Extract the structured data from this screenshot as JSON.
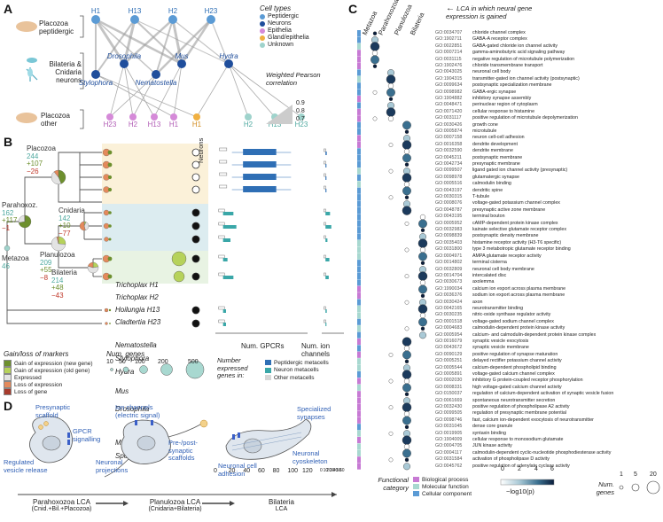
{
  "panels": {
    "a": "A",
    "b": "B",
    "c": "C",
    "d": "D"
  },
  "panelA": {
    "groups": {
      "peptidergic": "Placozoa peptidergic",
      "bil_cnid": "Bilateria & Cnidaria neurons",
      "other": "Placozoa other"
    },
    "top_nodes": [
      "H1",
      "H13",
      "H2",
      "H23"
    ],
    "mid_nodes": [
      "Drosophila",
      "Mus",
      "Hydra",
      "Stylophora",
      "Nematostella"
    ],
    "bottom_nodes": [
      "H23",
      "H2",
      "H13",
      "H1",
      "H1",
      "H2",
      "H13",
      "H23"
    ],
    "legend_title": "Cell types",
    "legend": [
      {
        "label": "Peptidergic",
        "color": "#5b9bd5"
      },
      {
        "label": "Neurons",
        "color": "#1f4e9c"
      },
      {
        "label": "Epithelia",
        "color": "#d58ad8"
      },
      {
        "label": "Gland/epithelia",
        "color": "#f0b042"
      },
      {
        "label": "Unknown",
        "color": "#9fd3cc"
      }
    ],
    "corr_title": "Weighted Pearson correlation",
    "corr_values": [
      "0.9",
      "0.8",
      "0.7"
    ]
  },
  "panelB": {
    "neurons_header": "Neurons",
    "nodes": [
      {
        "name": "Placozoa",
        "total": "244",
        "gain": "+107",
        "loss": "−26"
      },
      {
        "name": "Parahoxoz.",
        "total": "162",
        "gain": "+117",
        "loss": "−1"
      },
      {
        "name": "Cnidaria",
        "total": "142",
        "gain": "+10",
        "loss": "−77"
      },
      {
        "name": "Planulozoa",
        "total": "209",
        "gain": "+55",
        "loss": "−8"
      },
      {
        "name": "Bilateria",
        "total": "214",
        "gain": "+48",
        "loss": "−43"
      },
      {
        "name": "Metazoa",
        "total": "46",
        "gain": "",
        "loss": ""
      }
    ],
    "species": [
      "Trichoplax H1",
      "Trichoplax H2",
      "Hoilungia H13",
      "Cladtertia H23",
      "Nematostella",
      "Stylophora",
      "Hydra",
      "Mus",
      "Drosophila",
      "Mnemiopsis",
      "Spongilla"
    ],
    "gpcr_axis": [
      "0",
      "20",
      "40",
      "60",
      "80",
      "100",
      "120"
    ],
    "gpcr_label": "Num. GPCRs",
    "ion_axis": [
      "0",
      "10",
      "20",
      "30",
      "40",
      "50",
      "60"
    ],
    "ion_label": "Num. ion channels",
    "gain_legend_title": "Gain/loss of markers",
    "gain_legend": [
      {
        "label": "Gain of expression (new gene)",
        "color": "#6d8f2e"
      },
      {
        "label": "Gain of expression (old gene)",
        "color": "#b6d25a"
      },
      {
        "label": "Expressed",
        "color": "#e3e3e3"
      },
      {
        "label": "Loss of expression",
        "color": "#e48a5c"
      },
      {
        "label": "Loss of gene",
        "color": "#a83b2c"
      }
    ],
    "numgenes_title": "Num. genes",
    "numgenes_values": [
      "10",
      "50",
      "100",
      "200",
      "500"
    ],
    "expr_title": "Number expressed genes in:",
    "expr_legend": [
      {
        "label": "Peptidergic metacells",
        "color": "#2f6fb5"
      },
      {
        "label": "Neuron metacells",
        "color": "#3aa7a8"
      },
      {
        "label": "Other metacells",
        "color": "#d6d6d6"
      }
    ]
  },
  "panelC": {
    "columns": [
      "Metazoa",
      "Parahoxozoa",
      "Planulozoa",
      "Bilateria"
    ],
    "lca_note": "LCA in which neural gene expression is gained",
    "functional_title": "Functional category",
    "categories": [
      {
        "label": "Biological process",
        "color": "#c77ad4"
      },
      {
        "label": "Molecular function",
        "color": "#a8d8d0"
      },
      {
        "label": "Cellular component",
        "color": "#5b9bd5"
      }
    ],
    "scale_label": "−log10(p)",
    "scale_ticks": [
      "0",
      "2",
      "4",
      "6"
    ],
    "numgenes_title": "Num. genes",
    "numgenes_ticks": [
      "1",
      "5",
      "20"
    ],
    "terms": [
      {
        "id": "GO:0034707",
        "name": "chloride channel complex"
      },
      {
        "id": "GO:1902711",
        "name": "GABA-A receptor complex"
      },
      {
        "id": "GO:0022851",
        "name": "GABA-gated chloride ion channel activity"
      },
      {
        "id": "GO:0007214",
        "name": "gamma-aminobutyric acid signaling pathway"
      },
      {
        "id": "GO:0031115",
        "name": "negative regulation of microtubule polymerization"
      },
      {
        "id": "GO:1902476",
        "name": "chloride transmembrane transport"
      },
      {
        "id": "GO:0043025",
        "name": "neuronal cell body"
      },
      {
        "id": "GO:1904315",
        "name": "transmitter-gated ion channel activity (postsynaptic)"
      },
      {
        "id": "GO:0099634",
        "name": "postsynaptic specialization membrane"
      },
      {
        "id": "GO:0098982",
        "name": "GABA-ergic synapse"
      },
      {
        "id": "GO:1904882",
        "name": "inhibitory synapse assembly"
      },
      {
        "id": "GO:0048471",
        "name": "perinuclear region of cytoplasm"
      },
      {
        "id": "GO:0071420",
        "name": "cellular response to histamine"
      },
      {
        "id": "GO:0031117",
        "name": "positive regulation of microtubule depolymerization"
      },
      {
        "id": "GO:0030426",
        "name": "growth cone"
      },
      {
        "id": "GO:0005874",
        "name": "microtubule"
      },
      {
        "id": "GO:0007158",
        "name": "neuron cell-cell adhesion"
      },
      {
        "id": "GO:0016358",
        "name": "dendrite development"
      },
      {
        "id": "GO:0032590",
        "name": "dendrite membrane"
      },
      {
        "id": "GO:0045211",
        "name": "postsynaptic membrane"
      },
      {
        "id": "GO:0042734",
        "name": "presynaptic membrane"
      },
      {
        "id": "GO:0099507",
        "name": "ligand gated ion channel activity (presynaptic)"
      },
      {
        "id": "GO:0098978",
        "name": "glutamatergic synapse"
      },
      {
        "id": "GO:0005516",
        "name": "calmodulin binding"
      },
      {
        "id": "GO:0043197",
        "name": "dendritic spine"
      },
      {
        "id": "GO:0030315",
        "name": "T-tubule"
      },
      {
        "id": "GO:0008076",
        "name": "voltage-gated potassium channel complex"
      },
      {
        "id": "GO:0048787",
        "name": "presynaptic active zone membrane"
      },
      {
        "id": "GO:0043195",
        "name": "terminal bouton"
      },
      {
        "id": "GO:0005952",
        "name": "cAMP-dependent protein kinase complex"
      },
      {
        "id": "GO:0032983",
        "name": "kainate selective glutamate receptor complex"
      },
      {
        "id": "GO:0098839",
        "name": "postsynaptic density membrane"
      },
      {
        "id": "GO:0035403",
        "name": "histamine receptor activity (H3-T6 specific)"
      },
      {
        "id": "GO:0031800",
        "name": "type 3 metabotropic glutamate receptor binding"
      },
      {
        "id": "GO:0004971",
        "name": "AMPA glutamate receptor activity"
      },
      {
        "id": "GO:0014802",
        "name": "terminal cisterna"
      },
      {
        "id": "GO:0032809",
        "name": "neuronal cell body membrane"
      },
      {
        "id": "GO:0014704",
        "name": "intercalated disc"
      },
      {
        "id": "GO:0030673",
        "name": "axolemma"
      },
      {
        "id": "GO:1990034",
        "name": "calcium ion export across plasma membrane"
      },
      {
        "id": "GO:0036376",
        "name": "sodium ion export across plasma membrane"
      },
      {
        "id": "GO:0030424",
        "name": "axon"
      },
      {
        "id": "GO:0042165",
        "name": "neurotransmitter binding"
      },
      {
        "id": "GO:0030235",
        "name": "nitric-oxide synthase regulator activity"
      },
      {
        "id": "GO:0001518",
        "name": "voltage-gated sodium channel complex"
      },
      {
        "id": "GO:0004683",
        "name": "calmodulin-dependent protein kinase activity"
      },
      {
        "id": "GO:0005954",
        "name": "calcium- and calmodulin-dependent protein kinase complex"
      },
      {
        "id": "GO:0016079",
        "name": "synaptic vesicle exocytosis"
      },
      {
        "id": "GO:0043672",
        "name": "synaptic vesicle membrane"
      },
      {
        "id": "GO:0090129",
        "name": "positive regulation of synapse maturation"
      },
      {
        "id": "GO:0005251",
        "name": "delayed rectifier potassium channel activity"
      },
      {
        "id": "GO:0005544",
        "name": "calcium-dependent phospholipid binding"
      },
      {
        "id": "GO:0005891",
        "name": "voltage-gated calcium channel complex"
      },
      {
        "id": "GO:0002030",
        "name": "inhibitory G protein-coupled receptor phosphorylation"
      },
      {
        "id": "GO:0008331",
        "name": "high voltage-gated calcium channel activity"
      },
      {
        "id": "GO:0150037",
        "name": "regulation of calcium-dependent activation of synaptic vesicle fusion"
      },
      {
        "id": "GO:0061669",
        "name": "spontaneous neurotransmitter secretion"
      },
      {
        "id": "GO:0032430",
        "name": "positive regulation of phospholipase A2 activity"
      },
      {
        "id": "GO:0099505",
        "name": "regulation of presynaptic membrane potential"
      },
      {
        "id": "GO:0098746",
        "name": "fast, calcium ion-dependent exocytosis of neurotransmitter"
      },
      {
        "id": "GO:0031045",
        "name": "dense core granule"
      },
      {
        "id": "GO:0019905",
        "name": "syntaxin binding"
      },
      {
        "id": "GO:1904009",
        "name": "cellular response to monosodium glutamate"
      },
      {
        "id": "GO:0004705",
        "name": "JUN kinase activity"
      },
      {
        "id": "GO:0004117",
        "name": "calmodulin-dependent cyclic-nucleotide phosphodiesterase activity"
      },
      {
        "id": "GO:0031584",
        "name": "activation of phospholipase D activity"
      },
      {
        "id": "GO:0045762",
        "name": "positive regulation of adenylate cyclase activity"
      }
    ]
  },
  "panelD": {
    "cell1": [
      "Presynaptic scaffold",
      "GPCR signalling",
      "Regulated vesicle release"
    ],
    "cell2": [
      "Ion channels (electric signal)",
      "Neuronal projections",
      "Pre-/post-synaptic scaffolds"
    ],
    "cell3": [
      "Specialized synapses",
      "Neuronal cell adhesion",
      "Neuronal cyoskeleton"
    ],
    "lcas": [
      {
        "name": "Parahoxozoa LCA",
        "sub": "(Cnid.+Bil.+Placozoa)"
      },
      {
        "name": "Planulozoa LCA",
        "sub": "(Cnidaria+Bilateria)"
      },
      {
        "name": "Bilateria",
        "sub": "LCA"
      }
    ]
  }
}
